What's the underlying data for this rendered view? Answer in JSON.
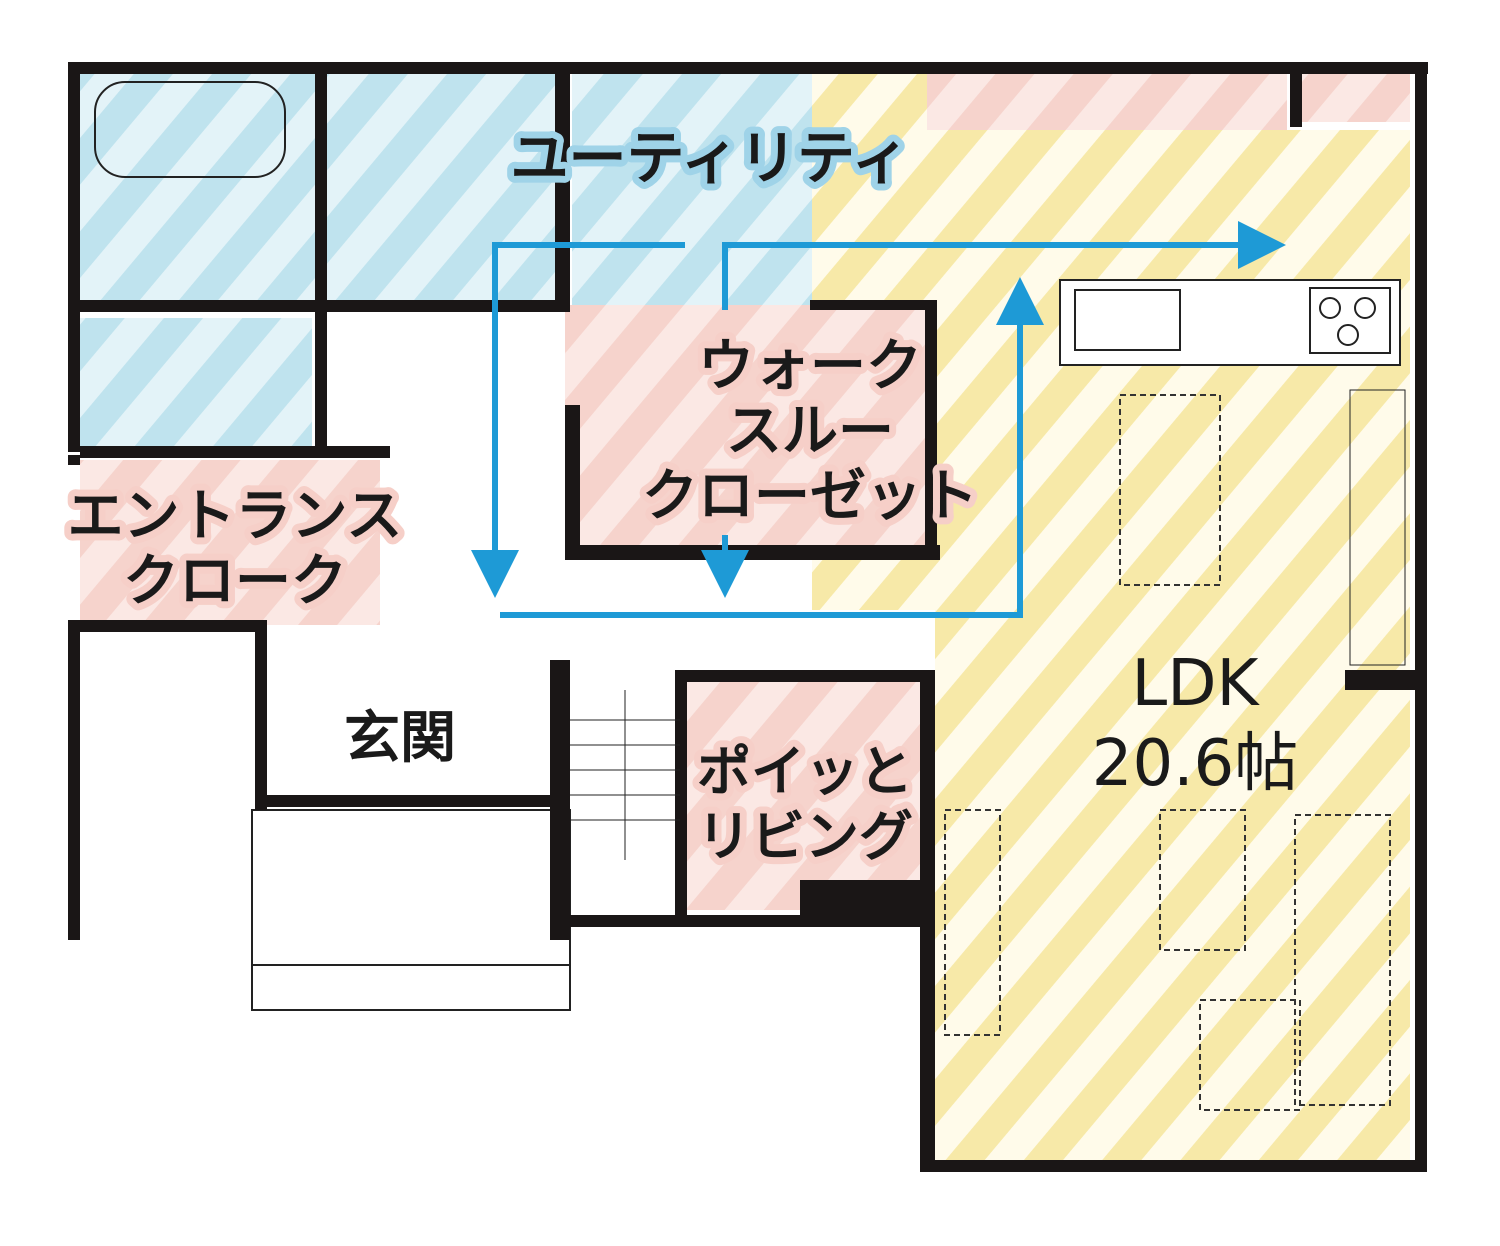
{
  "rooms": {
    "utility": "ユーティリティ",
    "wtc": [
      "ウォーク",
      "スルー",
      "クローゼット"
    ],
    "entrance_cloak": [
      "エントランス",
      "クローク"
    ],
    "genkan": "玄関",
    "poitto_living": [
      "ポイッと",
      "リビング"
    ],
    "ldk": [
      "LDK",
      "20.6帖"
    ]
  },
  "colors": {
    "blue_room": "#bfe3ee",
    "blue_stripe": "#e3f3f8",
    "pink_room": "#f6d3cc",
    "pink_stripe": "#fbe8e4",
    "yellow_room": "#f7e9a8",
    "yellow_stripe": "#fffbea",
    "flow_arrow": "#1e9ad6",
    "wall": "#1a1616"
  }
}
